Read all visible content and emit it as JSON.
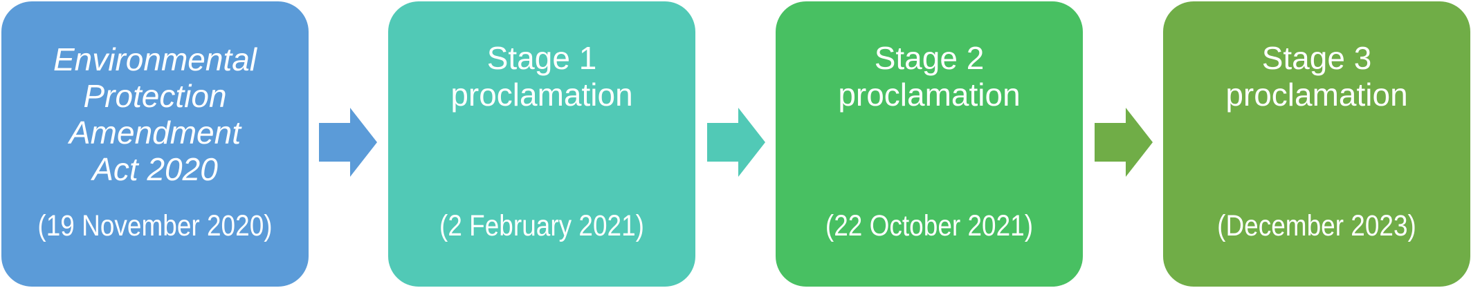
{
  "stages": [
    {
      "title": "Environmental\nProtection\nAmendment\nAct 2020",
      "date": "(19 November 2020)",
      "color": "#5b9bd8"
    },
    {
      "title": "Stage 1\nproclamation",
      "date": "(2 February 2021)",
      "color": "#51c9b6"
    },
    {
      "title": "Stage 2\nproclamation",
      "date": "(22 October 2021)",
      "color": "#48c062"
    },
    {
      "title": "Stage 3\nproclamation",
      "date": "(December 2023)",
      "color": "#70ad47"
    }
  ],
  "arrow_colors": [
    "#5b9bd8",
    "#51c9b6",
    "#70ad47"
  ],
  "icons": [
    "right-arrow-icon"
  ]
}
